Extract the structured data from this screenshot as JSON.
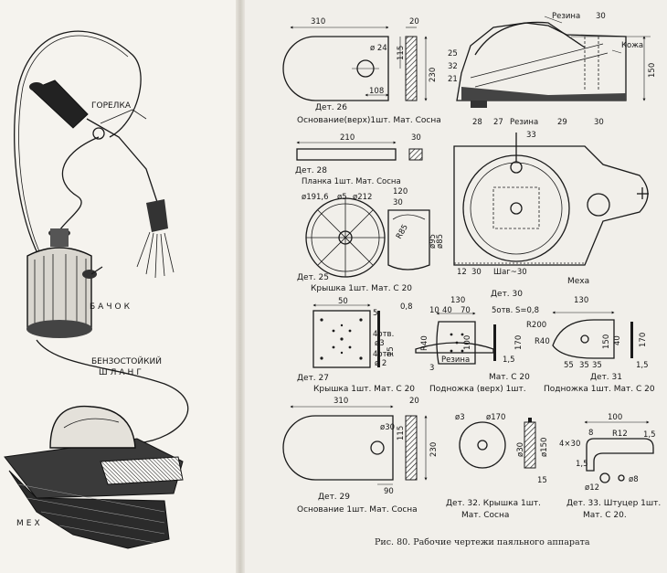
{
  "left_labels": {
    "burner": "ГОРЕЛКА",
    "tank": "БАЧОК",
    "hose_1": "БЕНЗОСТОЙКИЙ",
    "hose_2": "ШЛАНГ",
    "bellows": "МЕХ"
  },
  "det26": {
    "dim_310": "310",
    "dim_20": "20",
    "dim_d24": "ø 24",
    "dim_230": "230",
    "dim_115": "115",
    "dim_108": "108",
    "det": "Дет. 26",
    "title": "Основание(верх)1шт. Мат. Сосна"
  },
  "assembly": {
    "rezina_top": "Резина",
    "dim_30_top": "30",
    "kozha": "Кожа",
    "dim_25": "25",
    "dim_32": "32",
    "dim_21": "21",
    "dim_150": "150",
    "n28": "28",
    "n27": "27",
    "rezina_bot": "Резина",
    "n29": "29",
    "n30": "30"
  },
  "det28": {
    "dim_210": "210",
    "dim_30": "30",
    "det": "Дет. 28",
    "title": "Планка 1шт. Мат. Сосна"
  },
  "det25": {
    "d1916": "ø191,6",
    "d5": "ø5",
    "d212": "ø212",
    "dim_120": "120",
    "dim_30": "30",
    "r85": "R85",
    "d95": "ø95",
    "d85": "ø85",
    "det": "Дет. 25",
    "title": "Крышка 1шт. Мат. С 20"
  },
  "det30": {
    "n33": "33",
    "d12": "12",
    "d30": "30",
    "shag": "Шаг~30",
    "det": "Дет. 30",
    "mekha": "Меха"
  },
  "det27": {
    "dim_50": "50",
    "dim_08": "0,8",
    "n5": "5",
    "otv4a": "4отв.",
    "d3": "ø3",
    "otv4b": "4отв.",
    "d2": "ø 2",
    "n15": "15",
    "det": "Дет. 27",
    "title": "Крышка 1шт. Мат. С 20"
  },
  "podn_top": {
    "dim_130": "130",
    "n10": "10",
    "n40": "40",
    "n70": "70",
    "otv": "5отв. S=0,8",
    "r200": "R200",
    "r40": "R40",
    "n100": "100",
    "n170": "170",
    "rezina": "Резина",
    "n15": "1,5",
    "n3": "3",
    "mat": "Мат. С 20",
    "title": "Подножка (верх) 1шт."
  },
  "det31": {
    "dim_130": "130",
    "r40": "R40",
    "n55": "55",
    "n35a": "35",
    "n35b": "35",
    "n150": "150",
    "n40": "40",
    "n170": "170",
    "n15": "1,5",
    "det": "Дет. 31",
    "title": "Подножка 1шт. Мат. С 20"
  },
  "det29": {
    "dim_310": "310",
    "dim_20": "20",
    "d30": "ø30",
    "dim_230": "230",
    "dim_115": "115",
    "dim_90": "90",
    "det": "Дет. 29",
    "title": "Основание 1шт. Мат. Сосна"
  },
  "det32": {
    "d3": "ø3",
    "d170": "ø170",
    "d150": "ø150",
    "d30": "ø30",
    "n15": "15",
    "title": "Дет. 32. Крышка 1шт.",
    "mat": "Мат. Сосна"
  },
  "det33": {
    "n100": "100",
    "r12": "R12",
    "n4x30": "4×30",
    "n8": "8",
    "n15a": "1,5",
    "n15b": "1,5",
    "d12": "ø12",
    "d8": "ø8",
    "title": "Дет. 33. Штуцер 1шт.",
    "mat": "Мат. С 20."
  },
  "caption": "Рис. 80. Рабочие чертежи паяльного аппарата"
}
